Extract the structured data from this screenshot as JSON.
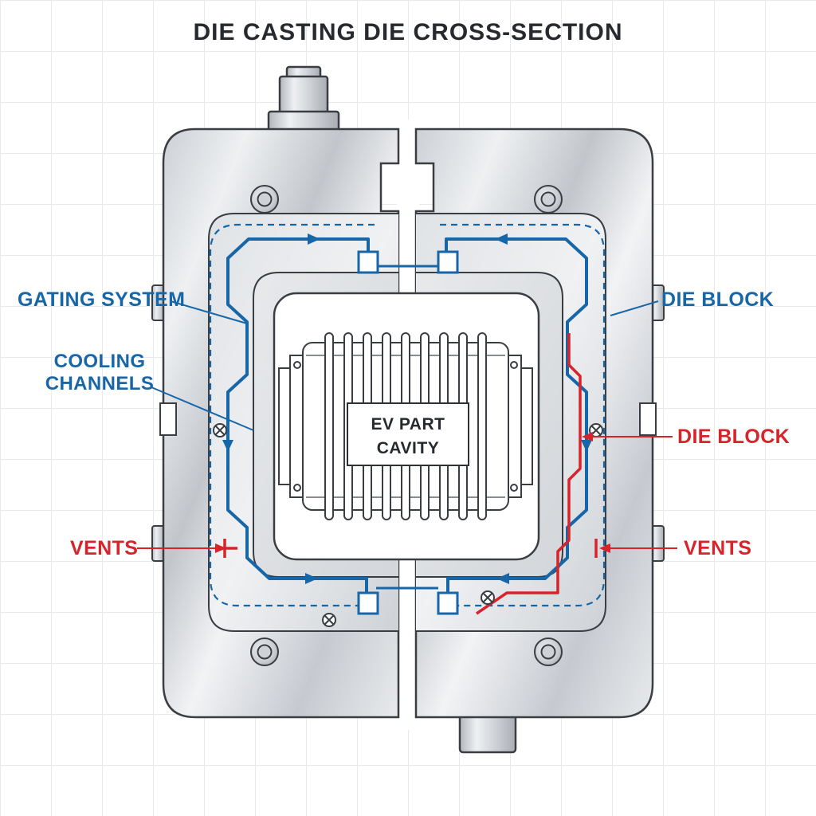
{
  "title": "DIE CASTING DIE CROSS-SECTION",
  "colors": {
    "blue": "#1766a8",
    "red": "#d8232b",
    "outline": "#3a3e43",
    "labelDark": "#26292d"
  },
  "labels": {
    "gating_system": "GATING SYSTEM",
    "cooling_channels": "COOLING CHANNELS",
    "die_block_upper": "DIE BLOCK",
    "die_block_lower": "DIE BLOCK",
    "vents_left": "VENTS",
    "vents_right": "VENTS"
  },
  "cavity_label": {
    "line1": "EV PART",
    "line2": "CAVITY"
  }
}
